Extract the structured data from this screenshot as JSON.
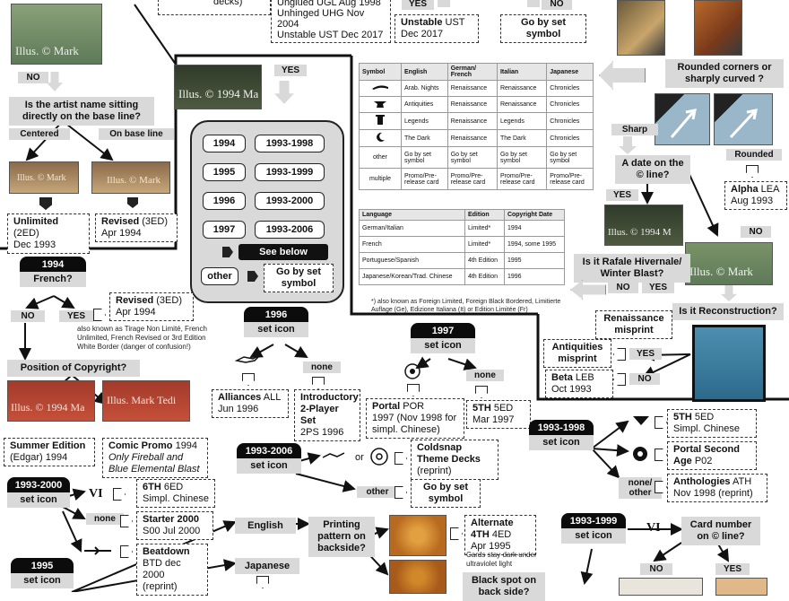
{
  "top": {
    "decks": "decks)",
    "un_lines": [
      "Unglued UGL Aug 1998",
      "Unhinged UHG Nov 2004",
      "Unstable UST Dec 2017"
    ],
    "yes1": "YES",
    "unstable": {
      "bold": "Unstable",
      "code": " UST",
      "date": "Dec 2017"
    },
    "no1": "NO",
    "gobyset": "Go by set symbol"
  },
  "left": {
    "illus_top": "Illus. © Mark",
    "no": "NO",
    "question": "Is the artist name sitting directly on the base line?",
    "centered": "Centered",
    "on_base_line": "On base line",
    "unlimited": {
      "bold": "Unlimited",
      "code": " (2ED)",
      "date": "Dec 1993"
    },
    "revised": {
      "bold": "Revised",
      "code": " (3ED)",
      "date": "Apr 1994"
    },
    "img_centered": "Illus. © Mark",
    "img_baseline": "Illus. © Mark"
  },
  "mid": {
    "illus": "Illus. © 1994 Ma",
    "yes": "YES",
    "years": [
      [
        "1994",
        "1993-1998"
      ],
      [
        "1995",
        "1993-1999"
      ],
      [
        "1996",
        "1993-2000"
      ],
      [
        "1997",
        "1993-2006"
      ]
    ],
    "see_below": "See below",
    "other": "other",
    "gobyset": "Go by set symbol"
  },
  "table1": {
    "headers": [
      "Symbol",
      "English",
      "German/ French",
      "Italian",
      "Japanese"
    ],
    "rows": [
      [
        "",
        "Arab. Nights",
        "Renaissance",
        "Renaissance",
        "Chronicles"
      ],
      [
        "",
        "Antiquities",
        "Renaissance",
        "Renaissance",
        "Chronicles"
      ],
      [
        "",
        "Legends",
        "Renaissance",
        "Legends",
        "Chronicles"
      ],
      [
        "",
        "The Dark",
        "Renaissance",
        "The Dark",
        "Chronicles"
      ],
      [
        "other",
        "Go by set symbol",
        "Go by set symbol",
        "Go by set symbol",
        "Go by set symbol"
      ],
      [
        "multiple",
        "Promo/Pre-release card",
        "Promo/Pre-release card",
        "Promo/Pre-release card",
        "Promo/Pre-release card"
      ]
    ]
  },
  "table2": {
    "headers": [
      "Language",
      "Edition",
      "Copyright Date"
    ],
    "rows": [
      [
        "German/Italian",
        "Limited*",
        "1994"
      ],
      [
        "French",
        "Limited*",
        "1994, some 1995"
      ],
      [
        "Portuguese/Spanish",
        "4th Edition",
        "1995"
      ],
      [
        "Japanese/Korean/Trad. Chinese",
        "4th Edition",
        "1996"
      ]
    ],
    "footnote": "*) also known as Foreign Limited, Foreign Black Bordered, Limitierte Auflage (Ge), Edizione Italiana (It) or Edition Limitée (Fr)"
  },
  "right": {
    "rounded_q": "Rounded corners or sharply curved ?",
    "sharp": "Sharp",
    "rounded": "Rounded",
    "date_q": "A date on the © line?",
    "alpha": {
      "bold": "Alpha",
      "code": " LEA",
      "date": "Aug 1993"
    },
    "yes": "YES",
    "no": "NO",
    "illus": "Illus. © 1994 M",
    "illus2": "Illus. © Mark",
    "hiver_q": "Is it Rafale Hivernale/ Winter Blast?",
    "no2": "NO",
    "yes2": "YES",
    "recon_q": "Is it Reconstruction?",
    "ren_misprint": "Renaissance misprint",
    "ant_misprint": "Antiquities misprint",
    "yes3": "YES",
    "no3": "NO",
    "beta": {
      "bold": "Beta",
      "code": " LEB",
      "date": "Oct 1993"
    }
  },
  "y1994": {
    "hdr": "1994",
    "q": "French?",
    "no": "NO",
    "yes": "YES",
    "revised": {
      "bold": "Revised",
      "code": " (3ED)",
      "date": "Apr 1994"
    },
    "note": "also known as Tirage Non Limité, French Unlimited, French Revised or 3rd Edition White Border (danger of confusion!)",
    "pos_q": "Position of Copyright?",
    "img1": "Illus. © 1994 Ma",
    "img2": "Illus. Mark Tedi",
    "summer": {
      "bold": "Summer Edition",
      "date": "(Edgar) 1994"
    },
    "comic": {
      "bold": "Comic Promo",
      "code": " 1994",
      "note": "Only Fireball and Blue Elemental Blast"
    }
  },
  "y1996": {
    "hdr": "1996",
    "sub": "set icon",
    "none": "none",
    "alliances": {
      "bold": "Alliances",
      "code": " ALL",
      "date": "Jun 1996"
    },
    "intro": {
      "bold": "Introductory 2-Player Set",
      "date": "2PS 1996"
    }
  },
  "y1997": {
    "hdr": "1997",
    "sub": "set icon",
    "none": "none",
    "portal": {
      "bold": "Portal",
      "code": " POR",
      "date": "1997 (Nov 1998 for simpl. Chinese)"
    },
    "fifth": {
      "bold": "5TH",
      "code": " 5ED",
      "date": "Mar 1997"
    }
  },
  "y19982": {
    "hdr": "1993-1998",
    "sub": "set icon",
    "fifth": {
      "bold": "5TH",
      "code": " 5ED",
      "date": "Simpl. Chinese"
    },
    "portal2": {
      "bold": "Portal Second Age",
      "code": " P02"
    },
    "noneother": "none/ other",
    "anth": {
      "bold": "Anthologies",
      "code": " ATH",
      "date": "Nov 1998 (reprint)"
    }
  },
  "y2006": {
    "hdr": "1993-2006",
    "sub": "set icon",
    "or": "or",
    "coldsnap": {
      "bold": "Coldsnap Theme Decks",
      "date": "(reprint)"
    },
    "other": "other",
    "gobyset": "Go by set symbol"
  },
  "y2000": {
    "hdr": "1993-2000",
    "sub": "set icon",
    "sixth": {
      "bold": "6TH",
      "code": " 6ED",
      "date": "Simpl. Chinese"
    },
    "none": "none",
    "starter": {
      "bold": "Starter 2000",
      "date": "S00 Jul 2000"
    },
    "beatdown": {
      "bold": "Beatdown",
      "date": "BTD dec 2000 (reprint)"
    }
  },
  "y1995": {
    "hdr": "1995",
    "sub": "set icon"
  },
  "print": {
    "english": "English",
    "japanese": "Japanese",
    "pattern_q": "Printing pattern on backside?",
    "alt4": {
      "bold": "Alternate 4TH",
      "code": " 4ED",
      "date": "Apr 1995"
    },
    "uv_note": "Cards stay dark under ultraviolet light",
    "black_q": "Black spot on back side?"
  },
  "y19992": {
    "hdr": "1993-1999",
    "sub": "set icon",
    "q": "Card number on © line?",
    "no": "NO",
    "yes": "YES"
  }
}
